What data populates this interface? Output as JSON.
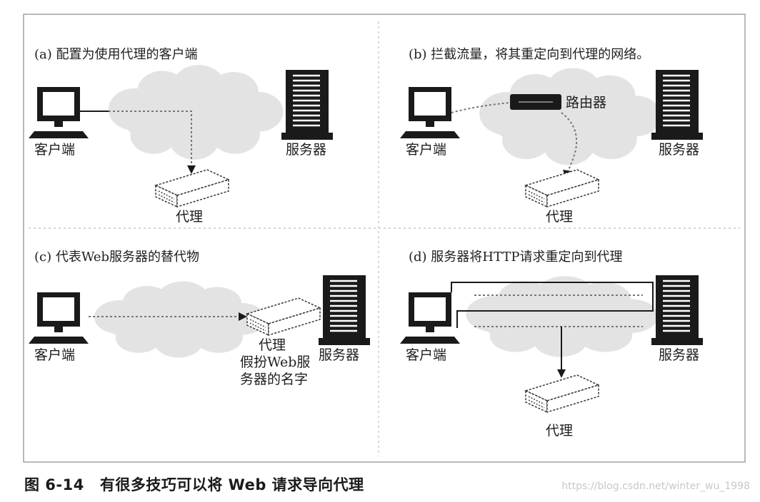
{
  "panels": {
    "a": {
      "title": "(a) 配置为使用代理的客户端",
      "client": "客户端",
      "server": "服务器",
      "proxy": "代理"
    },
    "b": {
      "title": "(b) 拦截流量，将其重定向到代理的网络。",
      "client": "客户端",
      "server": "服务器",
      "proxy": "代理",
      "router": "路由器"
    },
    "c": {
      "title": "(c) 代表Web服务器的替代物",
      "client": "客户端",
      "server": "服务器",
      "proxy_line1": "代理",
      "proxy_line2": "假扮Web服",
      "proxy_line3": "务器的名字"
    },
    "d": {
      "title": "(d) 服务器将HTTP请求重定向到代理",
      "client": "客户端",
      "server": "服务器",
      "proxy": "代理"
    }
  },
  "caption": {
    "number": "图 6-14",
    "text": "有很多技巧可以将 Web 请求导向代理"
  },
  "watermark": "https://blog.csdn.net/winter_wu_1998",
  "icons": {
    "client": "computer-monitor-icon",
    "server": "server-tower-icon",
    "proxy": "proxy-box-icon",
    "router": "router-icon",
    "network": "cloud-icon"
  }
}
